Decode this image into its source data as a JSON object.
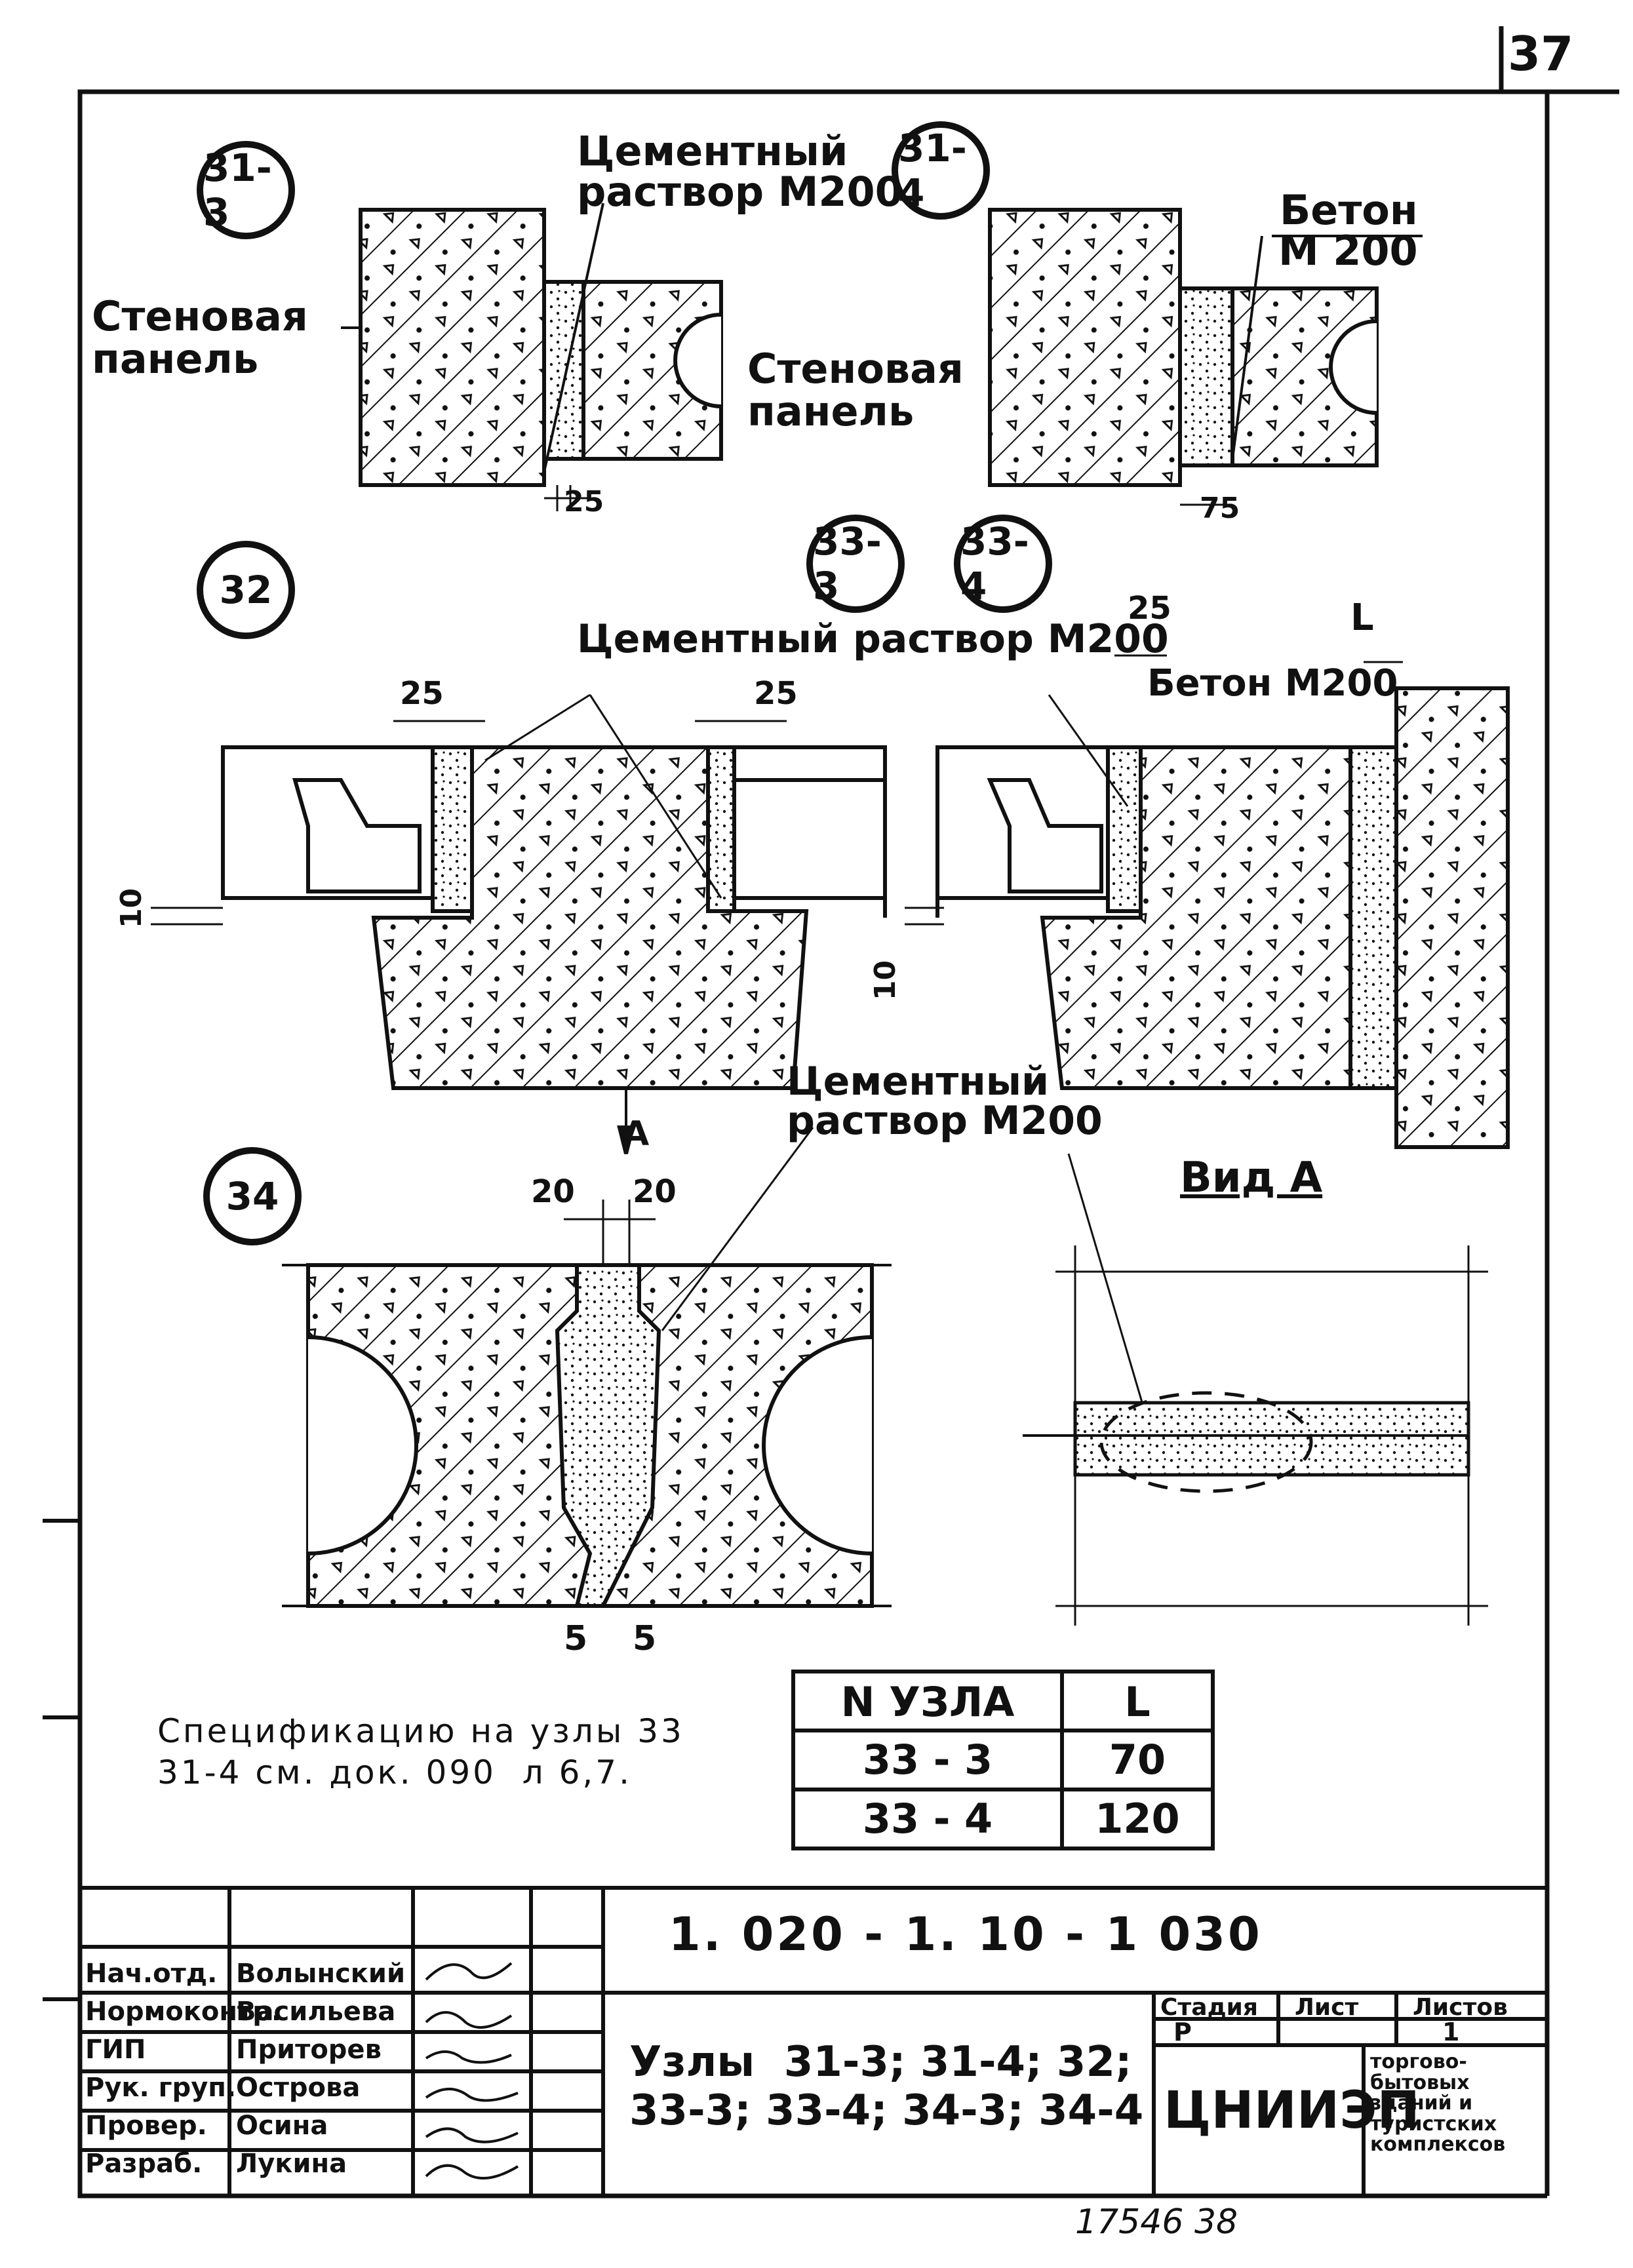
{
  "sheet": {
    "page_number": "37",
    "inventory_number": "17546  38"
  },
  "nodes": {
    "n31_3": "31-3",
    "n31_4": "31-4",
    "n32": "32",
    "n33_3": "33-3",
    "n33_4": "33-4",
    "n34": "34"
  },
  "labels": {
    "cement_mortar_top": "Цементный\nраствор М200",
    "cement_mortar_long": "Цементный раствор М200",
    "cement_mortar_34": "Цементный\nраствор М200",
    "concrete_right_top": "Бетон\nМ 200",
    "concrete_mid": "Бетон М200",
    "wall_panel_left": "Стеновая\nпанель",
    "wall_panel_mid": "Стеновая\nпанель",
    "view_a": "Вид А",
    "arrow_a": "А"
  },
  "dimensions": {
    "d25_a": "25",
    "d75": "75",
    "d25_b": "25",
    "d25_c": "25",
    "d25_d": "25",
    "dL": "L",
    "d10_a": "10",
    "d10_b": "10",
    "d20_a": "20",
    "d20_b": "20",
    "d5_a": "5",
    "d5_b": "5"
  },
  "note": "Спецификацию на узлы 33\n31-4 см. док. 090  л 6,7.",
  "spec_table": {
    "headers": [
      "N УЗЛА",
      "L"
    ],
    "rows": [
      [
        "33 - 3",
        "70"
      ],
      [
        "33 - 4",
        "120"
      ]
    ]
  },
  "title_block": {
    "doc_code": "1. 020 - 1.  10 - 1  030",
    "title": "Узлы  31-3; 31-4; 32;\n33-3; 33-4; 34-3; 34-4",
    "roles": [
      "Нач.отд.",
      "Нормоконтр.",
      "ГИП",
      "Рук. груп.",
      "Провер.",
      "Разраб."
    ],
    "names": [
      "Волынский",
      "Васильева",
      "Приторев",
      "Острова",
      "Осина",
      "Лукина"
    ],
    "stage_header": "Стадия",
    "sheet_header": "Лист",
    "sheets_header": "Листов",
    "stage_value": "Р",
    "sheets_value": "1",
    "org": "ЦНИИЭП",
    "org_detail": "торгово-\nбытовых\nзданий и\nтуристских\nкомплексов"
  }
}
